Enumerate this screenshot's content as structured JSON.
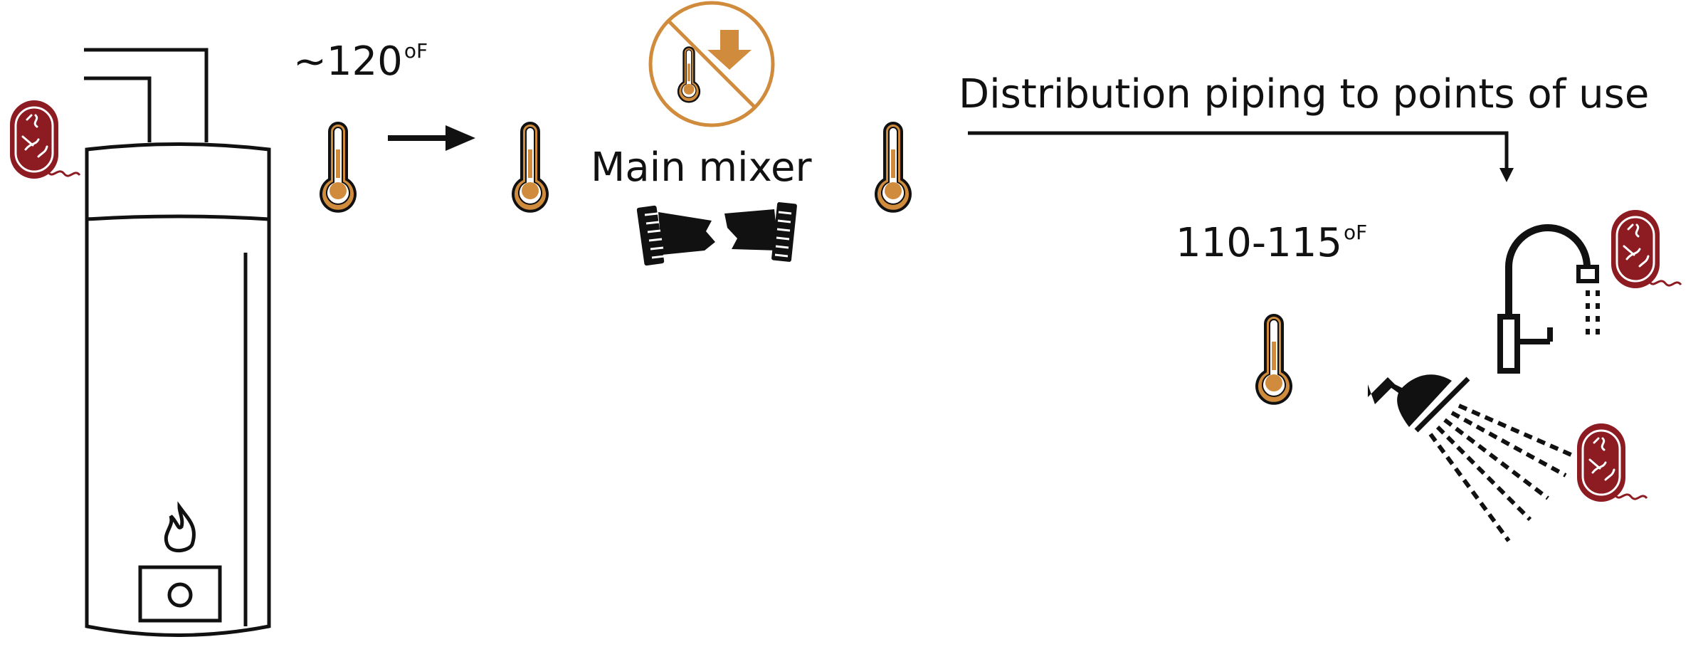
{
  "labels": {
    "heater_temp": "~120",
    "heater_temp_unit": "oF",
    "mixer_label": "Main mixer",
    "distribution_label": "Distribution piping to points of use",
    "outlet_temp": "110-115",
    "outlet_temp_unit": "oF"
  },
  "colors": {
    "thermometer_fill": "#d08c3c",
    "bacteria_fill": "#8c1b22",
    "line": "#111111",
    "no_symbol": "#d08c3c"
  },
  "icons": [
    "water-heater-icon",
    "flame-icon",
    "thermometer-icon",
    "no-temperature-drop-icon",
    "broken-pipe-icon",
    "faucet-icon",
    "showerhead-icon",
    "bacteria-icon"
  ]
}
